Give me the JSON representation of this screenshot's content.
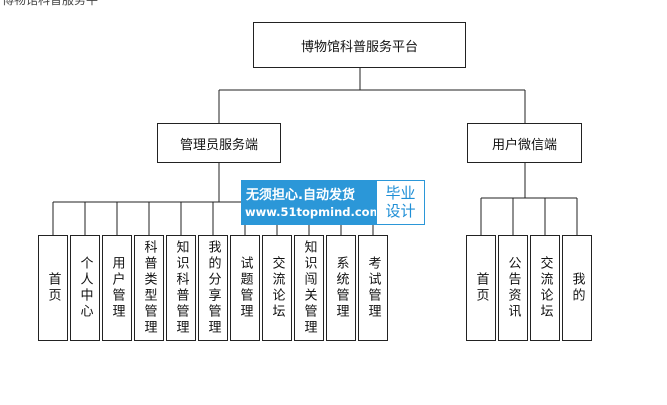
{
  "top_crop_text": "博物馆科普服务平",
  "root": {
    "label": "博物馆科普服务平台"
  },
  "branches": [
    {
      "label": "管理员服务端",
      "children": [
        "首页",
        "个人中心",
        "用户管理",
        "科普类型管理",
        "知识科普管理",
        "我的分享管理",
        "试题管理",
        "交流论坛",
        "知识闯关管理",
        "系统管理",
        "考试管理"
      ]
    },
    {
      "label": "用户微信端",
      "children": [
        "首页",
        "公告资讯",
        "交流论坛",
        "我的"
      ]
    }
  ],
  "watermark": {
    "line1": "无须担心.自动发货",
    "line2": "www.51topmind.com",
    "badge_line1": "毕业",
    "badge_line2": "设计",
    "colors": {
      "blue": "#2b97d8",
      "text_blue": "#1f8fd6"
    }
  }
}
